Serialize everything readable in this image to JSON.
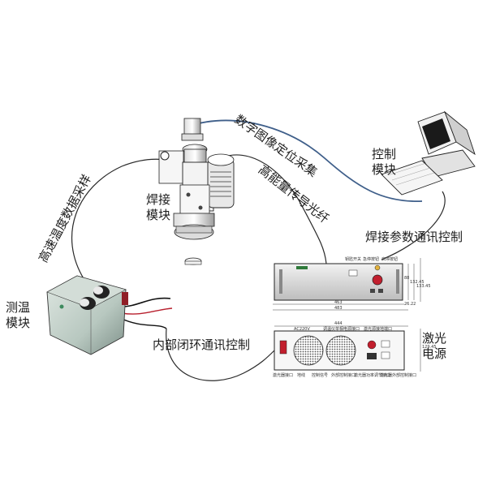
{
  "labels": {
    "digital_image": "数字图像定位采集",
    "control_module_l1": "控制",
    "control_module_l2": "模块",
    "high_energy_fiber": "高能量传导光纤",
    "welding_module_l1": "焊接",
    "welding_module_l2": "模块",
    "high_speed_temp": "高速温度数据采样",
    "weld_param_comm": "焊接参数通讯控制",
    "temp_module_l1": "测温",
    "temp_module_l2": "模块",
    "internal_loop": "内部闭环通讯控制",
    "laser_power_l1": "激光",
    "laser_power_l2": "电源"
  },
  "front_panel": {
    "top_labels": [
      "钥匙开关",
      "急停按钮",
      "启停按钮"
    ],
    "dims_bottom": [
      "463",
      "483"
    ],
    "dims_right": [
      "88",
      "132.45",
      "133.45",
      "26.22"
    ]
  },
  "rear_panel": {
    "dim_top": "444",
    "top_labels": [
      "AC220V",
      "调温仪单相电源接口",
      "激光源接地端口"
    ],
    "bottom_labels": [
      "激光器接口",
      "地线",
      "控制信号",
      "外部控制接口",
      "激光器功率调节接口",
      "激光器外部控制接口"
    ],
    "dim_right": "129.45"
  },
  "colors": {
    "cable": "#2a2a2a",
    "blue_cable": "#3f5f8a",
    "text": "#1c1c1c"
  }
}
